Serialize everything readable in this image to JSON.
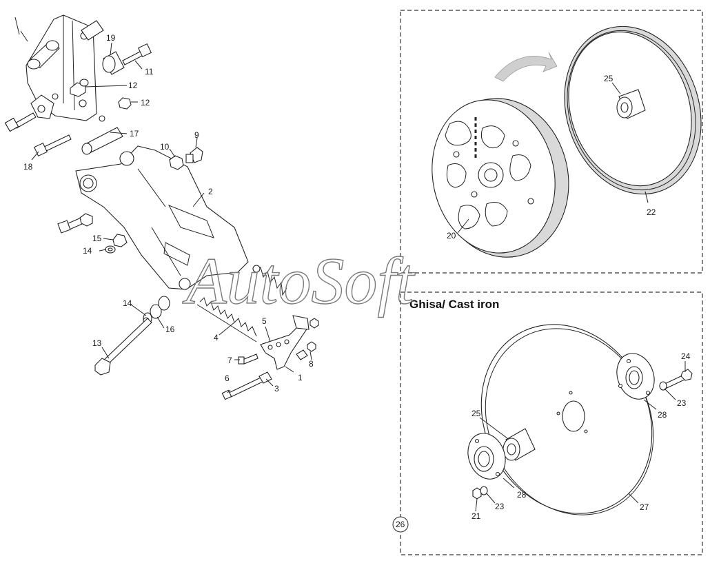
{
  "heading": "Ghisa/ Cast iron",
  "watermark": "AutoSoft",
  "callout_circle": "26",
  "part_labels": {
    "p1": "1",
    "p2": "2",
    "p3": "3",
    "p4": "4",
    "p5": "5",
    "p6": "6",
    "p7": "7",
    "p8": "8",
    "p9": "9",
    "p10": "10",
    "p11": "11",
    "p12a": "12",
    "p12b": "12",
    "p13": "13",
    "p14a": "14",
    "p14b": "14",
    "p15": "15",
    "p16": "16",
    "p17": "17",
    "p18": "18",
    "p19": "19",
    "p20": "20",
    "p21": "21",
    "p22": "22",
    "p23a": "23",
    "p23b": "23",
    "p24": "24",
    "p25a": "25",
    "p25b": "25",
    "p27": "27",
    "p28a": "28",
    "p28b": "28"
  }
}
